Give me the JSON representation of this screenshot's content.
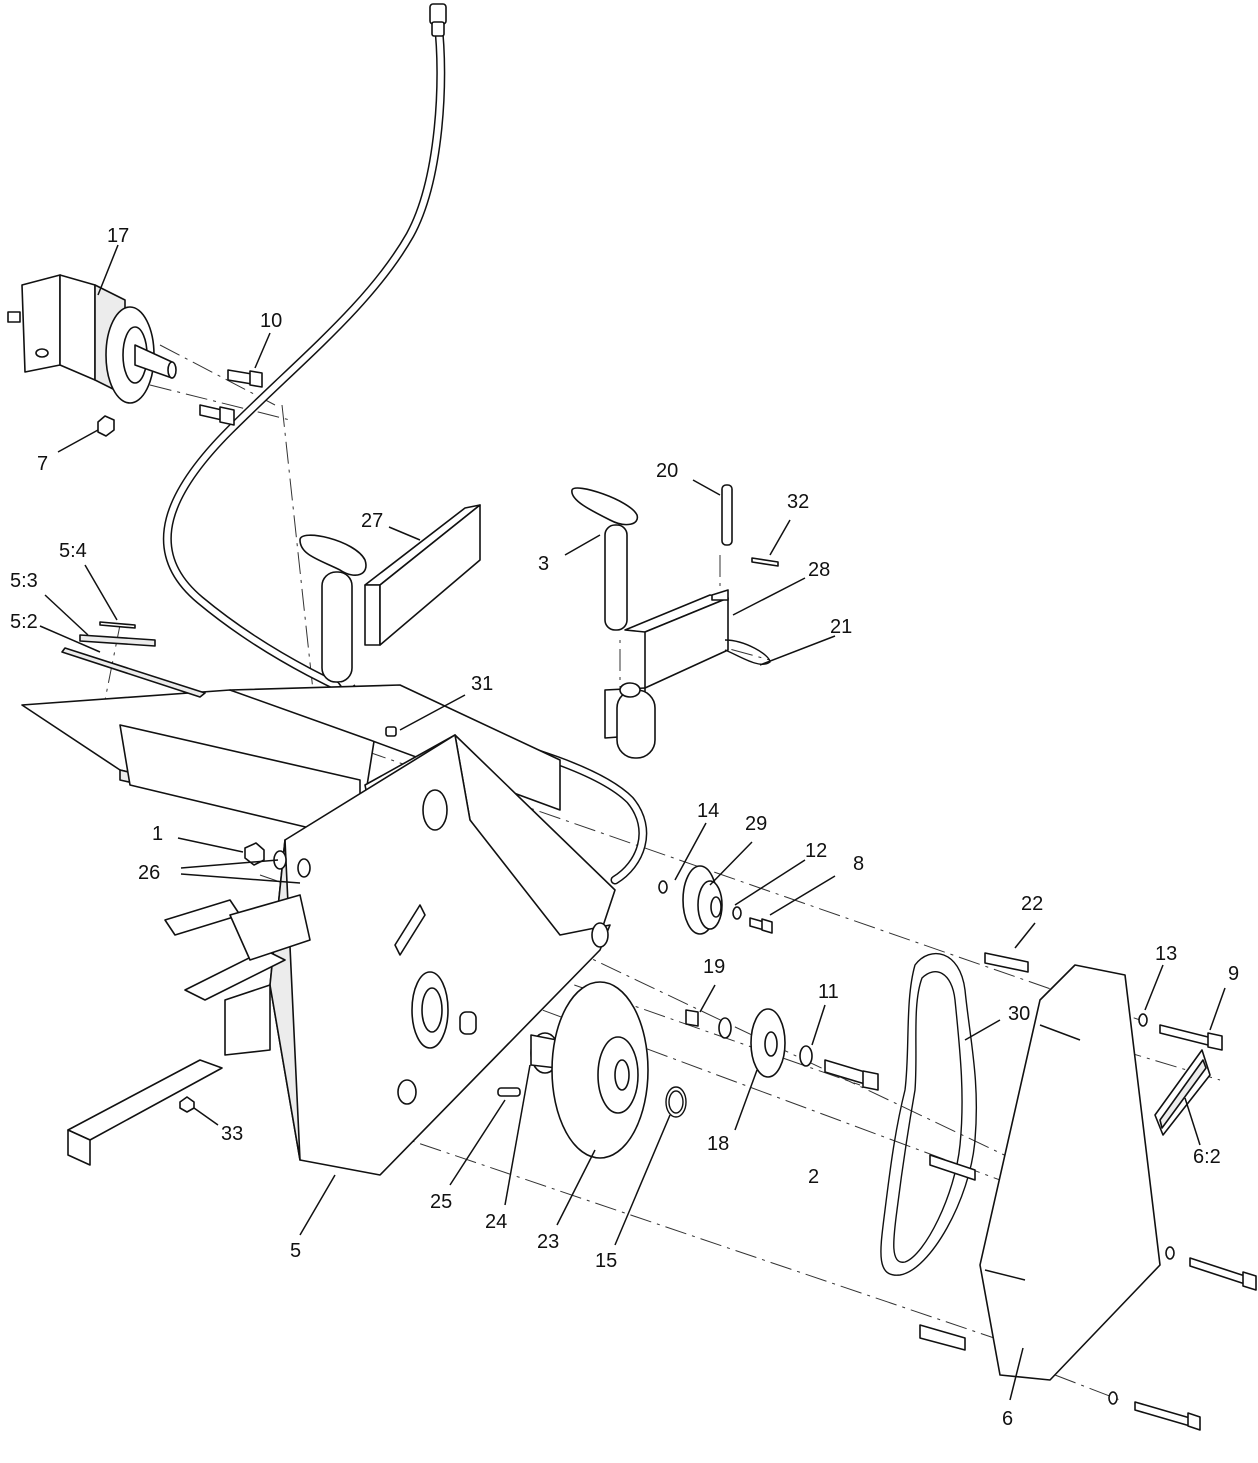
{
  "callouts": [
    {
      "id": "c1",
      "label": "1"
    },
    {
      "id": "c2",
      "label": "2"
    },
    {
      "id": "c3",
      "label": "3"
    },
    {
      "id": "c5",
      "label": "5"
    },
    {
      "id": "c52",
      "label": "5:2"
    },
    {
      "id": "c53",
      "label": "5:3"
    },
    {
      "id": "c54",
      "label": "5:4"
    },
    {
      "id": "c6",
      "label": "6"
    },
    {
      "id": "c62",
      "label": "6:2"
    },
    {
      "id": "c7",
      "label": "7"
    },
    {
      "id": "c8",
      "label": "8"
    },
    {
      "id": "c9",
      "label": "9"
    },
    {
      "id": "c10",
      "label": "10"
    },
    {
      "id": "c11",
      "label": "11"
    },
    {
      "id": "c12",
      "label": "12"
    },
    {
      "id": "c13",
      "label": "13"
    },
    {
      "id": "c14",
      "label": "14"
    },
    {
      "id": "c15",
      "label": "15"
    },
    {
      "id": "c17",
      "label": "17"
    },
    {
      "id": "c18",
      "label": "18"
    },
    {
      "id": "c19",
      "label": "19"
    },
    {
      "id": "c20",
      "label": "20"
    },
    {
      "id": "c21",
      "label": "21"
    },
    {
      "id": "c22",
      "label": "22"
    },
    {
      "id": "c23",
      "label": "23"
    },
    {
      "id": "c24",
      "label": "24"
    },
    {
      "id": "c25",
      "label": "25"
    },
    {
      "id": "c26",
      "label": "26"
    },
    {
      "id": "c27",
      "label": "27"
    },
    {
      "id": "c28",
      "label": "28"
    },
    {
      "id": "c29",
      "label": "29"
    },
    {
      "id": "c30",
      "label": "30"
    },
    {
      "id": "c31",
      "label": "31"
    },
    {
      "id": "c32",
      "label": "32"
    },
    {
      "id": "c33",
      "label": "33"
    }
  ]
}
